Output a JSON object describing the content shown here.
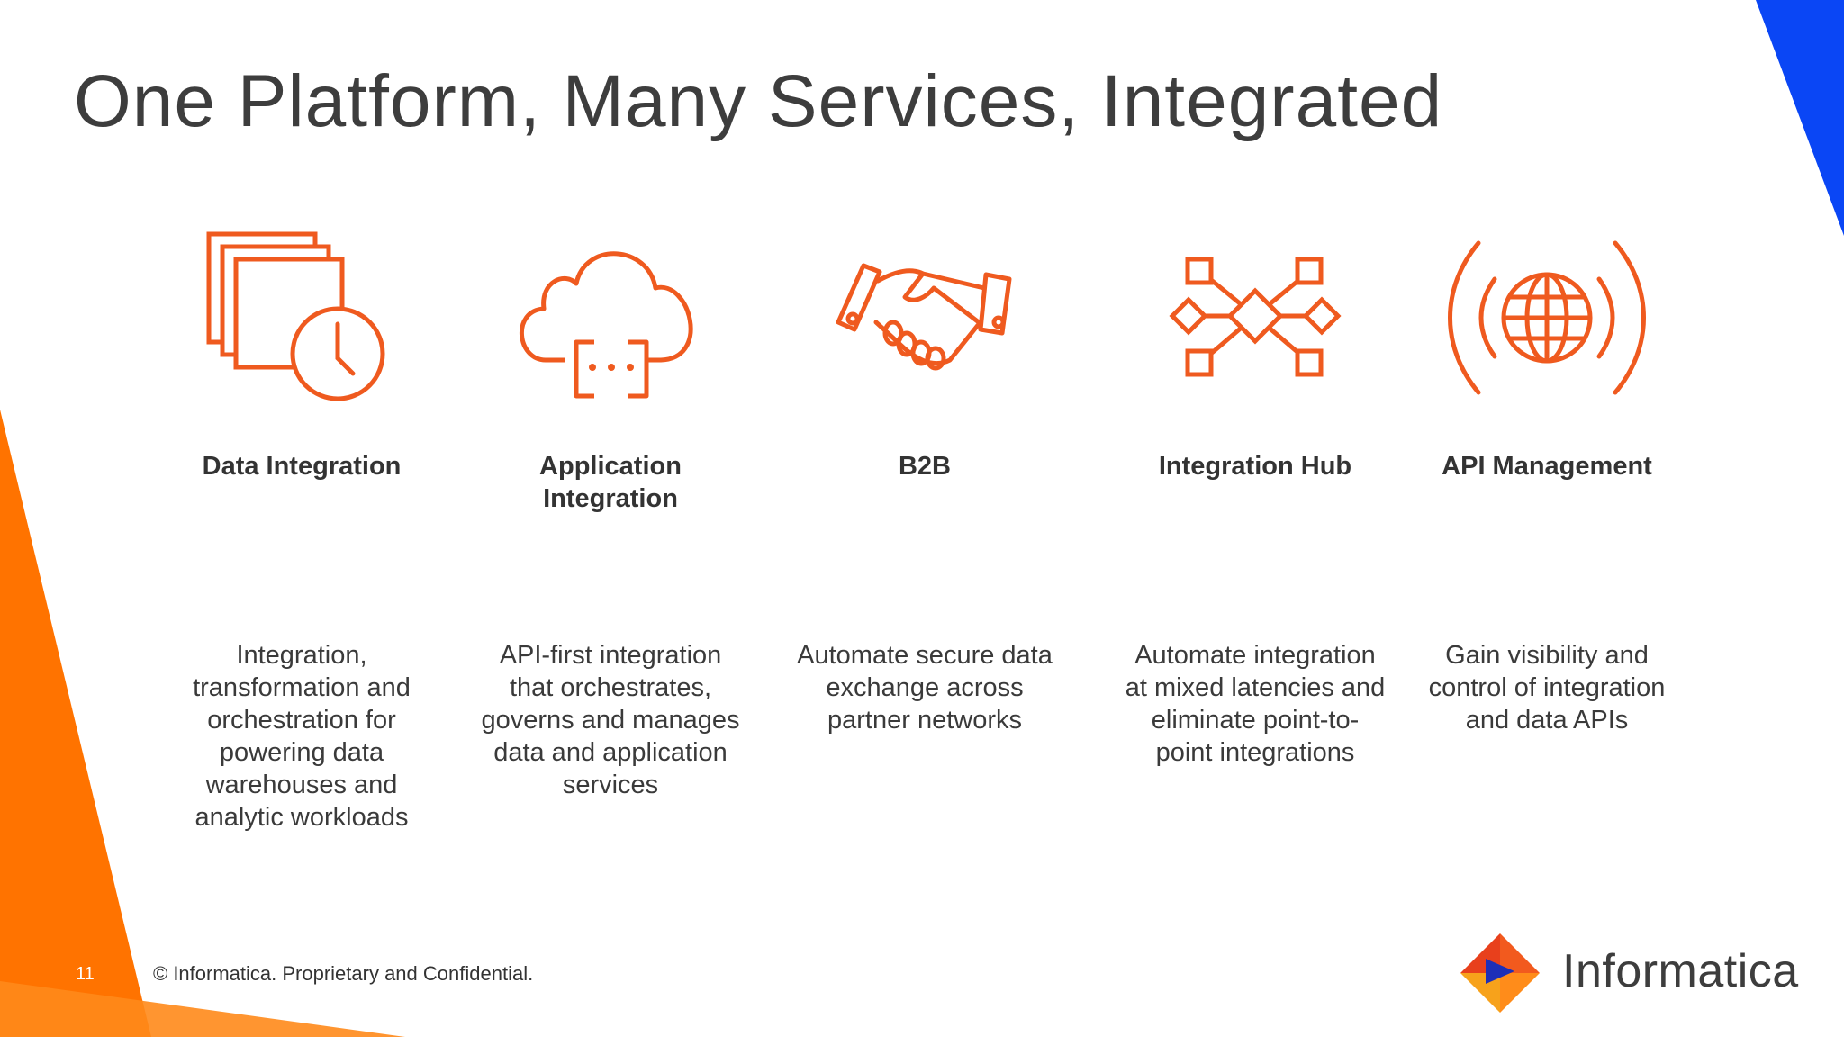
{
  "slide": {
    "title": "One Platform, Many Services, Integrated",
    "page_number": "11",
    "copyright": "© Informatica. Proprietary and Confidential.",
    "brand": "Informatica"
  },
  "colors": {
    "accent_orange": "#ef5a1f",
    "decor_orange": "#ff7300",
    "decor_blue": "#0a46f5"
  },
  "services": [
    {
      "icon": "documents-clock-icon",
      "name": "Data Integration",
      "description": "Integration, transformation and orchestration for powering data warehouses and analytic workloads"
    },
    {
      "icon": "cloud-api-icon",
      "name": "Application Integration",
      "description": "API-first integration that orchestrates, governs and manages data and application services"
    },
    {
      "icon": "handshake-icon",
      "name": "B2B",
      "description": "Automate secure data exchange across partner networks"
    },
    {
      "icon": "hub-network-icon",
      "name": "Integration Hub",
      "description": "Automate integration at mixed latencies and eliminate point-to-point integrations"
    },
    {
      "icon": "globe-broadcast-icon",
      "name": "API Management",
      "description": "Gain visibility and control of integration and data APIs"
    }
  ]
}
